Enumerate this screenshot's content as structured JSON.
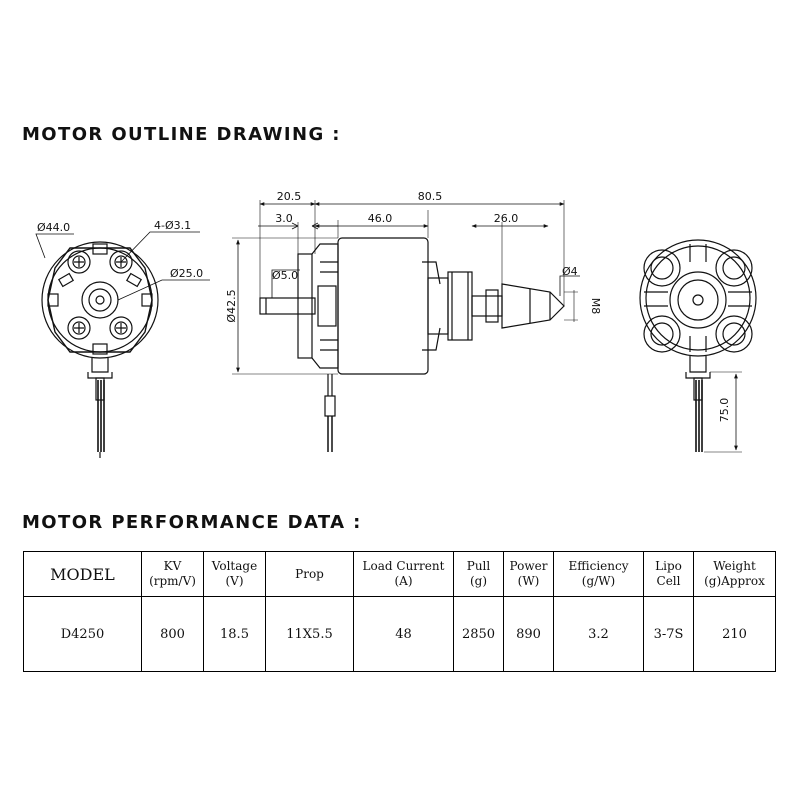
{
  "headings": {
    "outline": "MOTOR OUTLINE DRAWING :",
    "performance": "MOTOR PERFORMANCE DATA :"
  },
  "front_view": {
    "diameter_label": "Ø44.0",
    "holes_label": "4-Ø3.1",
    "inner_label": "Ø25.0"
  },
  "side_view": {
    "dims": {
      "total": "80.5",
      "front": "20.5",
      "shaft_step": "3.0",
      "body": "46.0",
      "rear": "26.0",
      "height": "Ø42.5",
      "shaft": "Ø5.0",
      "prop_shaft": "Ø4",
      "thread": "M8"
    }
  },
  "rear_view": {
    "lead_length": "75.0"
  },
  "table": {
    "headers": [
      {
        "line1": "MODEL",
        "line2": ""
      },
      {
        "line1": "KV",
        "line2": "(rpm/V)"
      },
      {
        "line1": "Voltage",
        "line2": "(V)"
      },
      {
        "line1": "Prop",
        "line2": ""
      },
      {
        "line1": "Load Current",
        "line2": "(A)"
      },
      {
        "line1": "Pull",
        "line2": "(g)"
      },
      {
        "line1": "Power",
        "line2": "(W)"
      },
      {
        "line1": "Efficiency",
        "line2": "(g/W)"
      },
      {
        "line1": "Lipo",
        "line2": "Cell"
      },
      {
        "line1": "Weight",
        "line2": "(g)Approx"
      }
    ],
    "row": [
      "D4250",
      "800",
      "18.5",
      "11X5.5",
      "48",
      "2850",
      "890",
      "3.2",
      "3-7S",
      "210"
    ]
  }
}
